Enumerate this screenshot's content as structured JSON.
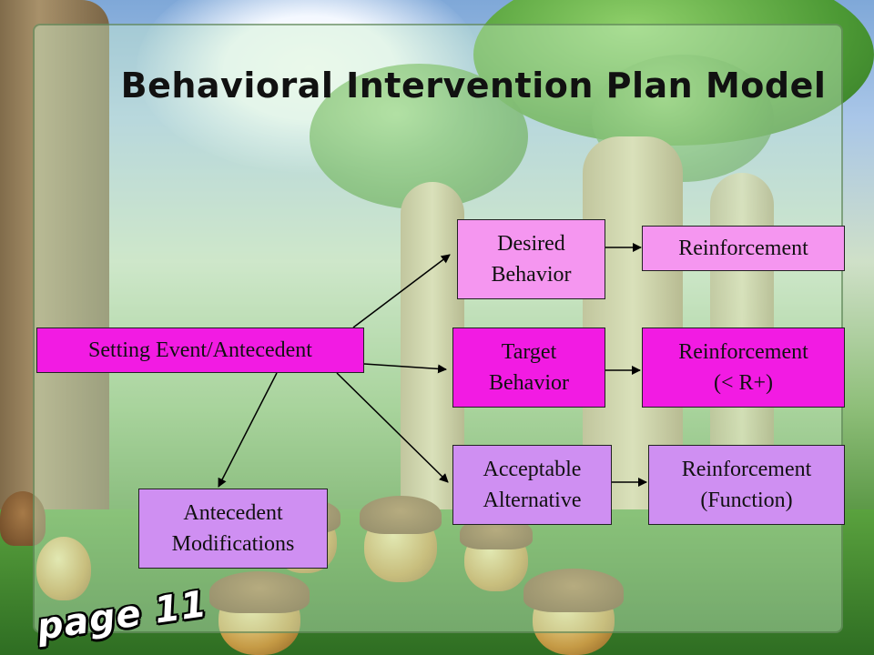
{
  "slide": {
    "title": "Behavioral Intervention Plan Model",
    "page_label": "page 11"
  },
  "diagram": {
    "setting_event": "Setting Event/Antecedent",
    "desired_behavior": "Desired\nBehavior",
    "target_behavior": "Target\nBehavior",
    "acceptable_alternative": "Acceptable\nAlternative",
    "antecedent_modifications": "Antecedent\nModifications",
    "reinforcement_desired": "Reinforcement",
    "reinforcement_target": "Reinforcement\n(< R+)",
    "reinforcement_alternative": "Reinforcement\n(Function)"
  },
  "colors": {
    "magenta": "#f21be3",
    "pink": "#f596f0",
    "violet": "#cf8ff2"
  }
}
